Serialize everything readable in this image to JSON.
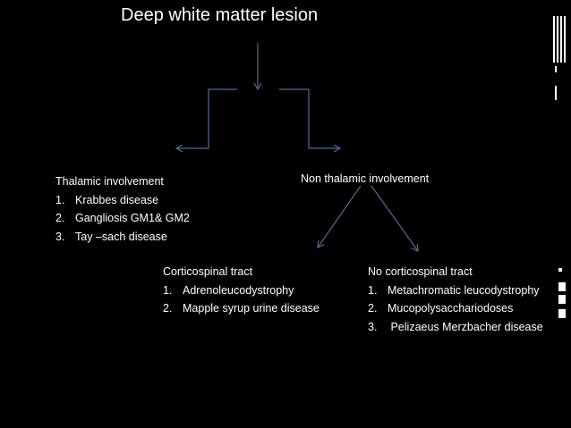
{
  "colors": {
    "background": "#000000",
    "text": "#ffffff",
    "lines": "#4f6d8f",
    "deco": "#ffffff"
  },
  "root": {
    "label": "Deep white matter lesion"
  },
  "thalamic": {
    "heading": "Thalamic involvement",
    "items": [
      {
        "num": "1.",
        "text": "Krabbes disease"
      },
      {
        "num": "2.",
        "text": "Gangliosis GM1& GM2"
      },
      {
        "num": "3.",
        "text": "Tay –sach disease"
      }
    ]
  },
  "non_thalamic": {
    "label": "Non thalamic involvement"
  },
  "corticospinal": {
    "heading": "Corticospinal tract",
    "items": [
      {
        "num": "1.",
        "text": "Adrenoleucodystrophy"
      },
      {
        "num": "2.",
        "text": "Mapple syrup urine disease"
      }
    ]
  },
  "no_corticospinal": {
    "heading": "No corticospinal tract",
    "items": [
      {
        "num": "1.",
        "text": "Metachromatic leucodystrophy"
      },
      {
        "num": "2.",
        "text": "Mucopolysacchariodoses"
      },
      {
        "num": "3.",
        "text": " Pelizaeus Merzbacher disease"
      }
    ]
  }
}
